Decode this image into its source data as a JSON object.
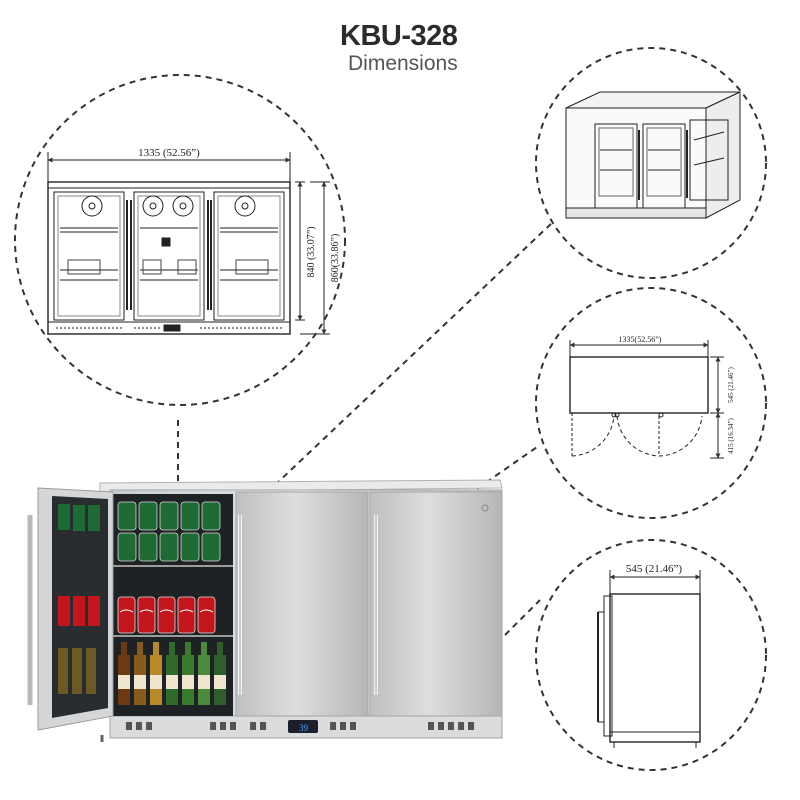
{
  "header": {
    "model": "KBU-328",
    "subtitle": "Dimensions"
  },
  "front_view": {
    "width_label": "1335 (52.56”)",
    "height_label_1": "840 (33.07”)",
    "height_label_2": "860(33.86”)"
  },
  "top_view": {
    "width_label": "1335(52.56”)",
    "depth_label": "545 (21.46”)",
    "door_swing_label": "415 (16.34”)"
  },
  "side_view": {
    "depth_label": "545 (21.46”)"
  },
  "product_photo": {
    "display_readout": "39"
  }
}
